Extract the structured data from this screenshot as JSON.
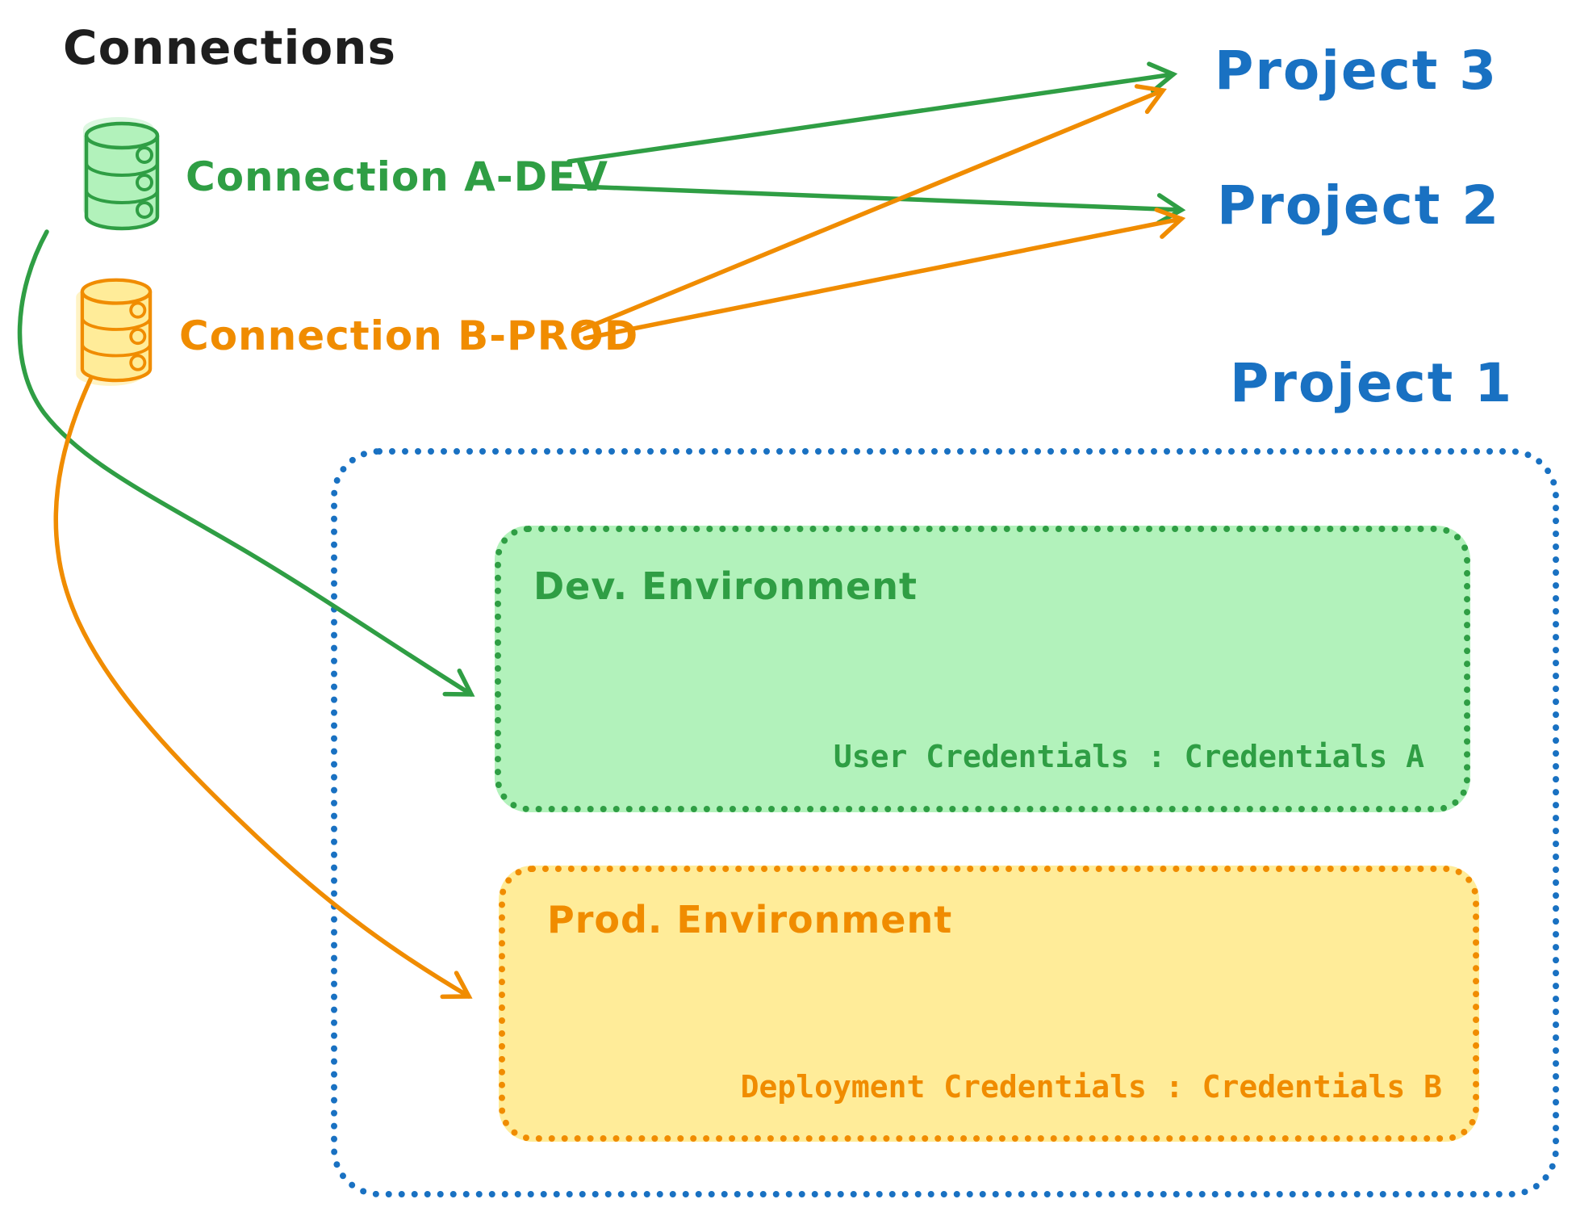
{
  "header": {
    "title": "Connections"
  },
  "connections": {
    "a_dev": {
      "label": "Connection A-DEV",
      "icon": "database-icon",
      "color": "#2f9e44"
    },
    "b_prod": {
      "label": "Connection B-PROD",
      "icon": "database-icon",
      "color": "#f08c00"
    }
  },
  "projects": {
    "project3": {
      "label": "Project 3"
    },
    "project2": {
      "label": "Project 2"
    },
    "project1": {
      "label": "Project 1"
    }
  },
  "environments": {
    "dev": {
      "title": "Dev. Environment",
      "credentials_label": "User Credentials : Credentials A"
    },
    "prod": {
      "title": "Prod. Environment",
      "credentials_label": "Deployment Credentials : Credentials B"
    }
  },
  "edges": [
    {
      "from": "Connection A-DEV",
      "to": "Project 3"
    },
    {
      "from": "Connection A-DEV",
      "to": "Project 2"
    },
    {
      "from": "Connection B-PROD",
      "to": "Project 3"
    },
    {
      "from": "Connection B-PROD",
      "to": "Project 2"
    },
    {
      "from": "Connection A-DEV",
      "to": "Dev. Environment"
    },
    {
      "from": "Connection B-PROD",
      "to": "Prod. Environment"
    }
  ],
  "colors": {
    "black": "#1e1e1e",
    "green": "#2f9e44",
    "green_fill": "#b2f2bb",
    "green_halo": "#dcf7e0",
    "orange": "#f08c00",
    "orange_fill": "#ffec99",
    "orange_halo": "#fff3c4",
    "blue": "#1971c2",
    "background": "#ffffff"
  }
}
